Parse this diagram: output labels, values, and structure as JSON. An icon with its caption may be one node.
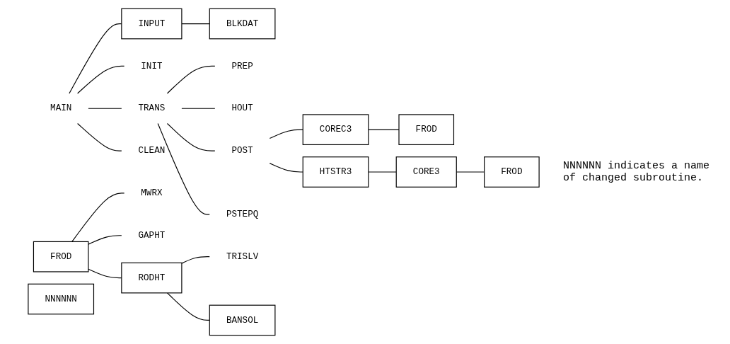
{
  "diagram": {
    "nodes": [
      {
        "text": [
          "MAIN"
        ]
      },
      {
        "text": [
          "INPUT"
        ]
      },
      {
        "text": [
          "BLKDAT"
        ]
      },
      {
        "text": [
          "INIT"
        ]
      },
      {
        "text": [
          "TRANS"
        ]
      },
      {
        "text": [
          "PREP"
        ]
      },
      {
        "text": [
          "HOUT"
        ]
      },
      {
        "text": [
          "POST"
        ]
      },
      {
        "text": [
          "COREC3"
        ]
      },
      {
        "text": [
          "FROD"
        ]
      },
      {
        "text": [
          "HTSTR3"
        ]
      },
      {
        "text": [
          "CORE3"
        ]
      },
      {
        "text": [
          "FROD"
        ]
      },
      {
        "text": [
          "PSTEPQ"
        ]
      },
      {
        "text": [
          "CLEAN"
        ]
      },
      {
        "text": [
          "FROD"
        ]
      },
      {
        "text": [
          "MWRX"
        ]
      },
      {
        "text": [
          "GAPHT"
        ]
      },
      {
        "text": [
          "RODHT"
        ]
      },
      {
        "text": [
          "TRISLV"
        ]
      },
      {
        "text": [
          "BANSOL"
        ]
      },
      {
        "text": [
          "NNNNNN"
        ]
      }
    ],
    "labels": [
      "NNNNNN indicates a name of changed subroutine."
    ],
    "edges": [
      {
        "from": 0,
        "to": 1,
        "arrow": "none"
      },
      {
        "from": 0,
        "to": 3,
        "arrow": "none"
      },
      {
        "from": 0,
        "to": 4,
        "arrow": "none"
      },
      {
        "from": 0,
        "to": 14,
        "arrow": "none"
      },
      {
        "from": 1,
        "to": 2,
        "arrow": "none"
      },
      {
        "from": 4,
        "to": 5,
        "arrow": "none"
      },
      {
        "from": 4,
        "to": 6,
        "arrow": "none"
      },
      {
        "from": 4,
        "to": 7,
        "arrow": "none"
      },
      {
        "from": 4,
        "to": 13,
        "arrow": "none"
      },
      {
        "from": 7,
        "to": 8,
        "arrow": "none"
      },
      {
        "from": 7,
        "to": 10,
        "arrow": "none"
      },
      {
        "from": 8,
        "to": 9,
        "arrow": "none"
      },
      {
        "from": 10,
        "to": 11,
        "arrow": "none"
      },
      {
        "from": 11,
        "to": 12,
        "arrow": "none"
      },
      {
        "from": 15,
        "to": 16,
        "arrow": "none"
      },
      {
        "from": 15,
        "to": 17,
        "arrow": "none"
      },
      {
        "from": 15,
        "to": 18,
        "arrow": "none"
      },
      {
        "from": 18,
        "to": 19,
        "arrow": "none"
      },
      {
        "from": 18,
        "to": 20,
        "arrow": "none"
      }
    ]
  }
}
